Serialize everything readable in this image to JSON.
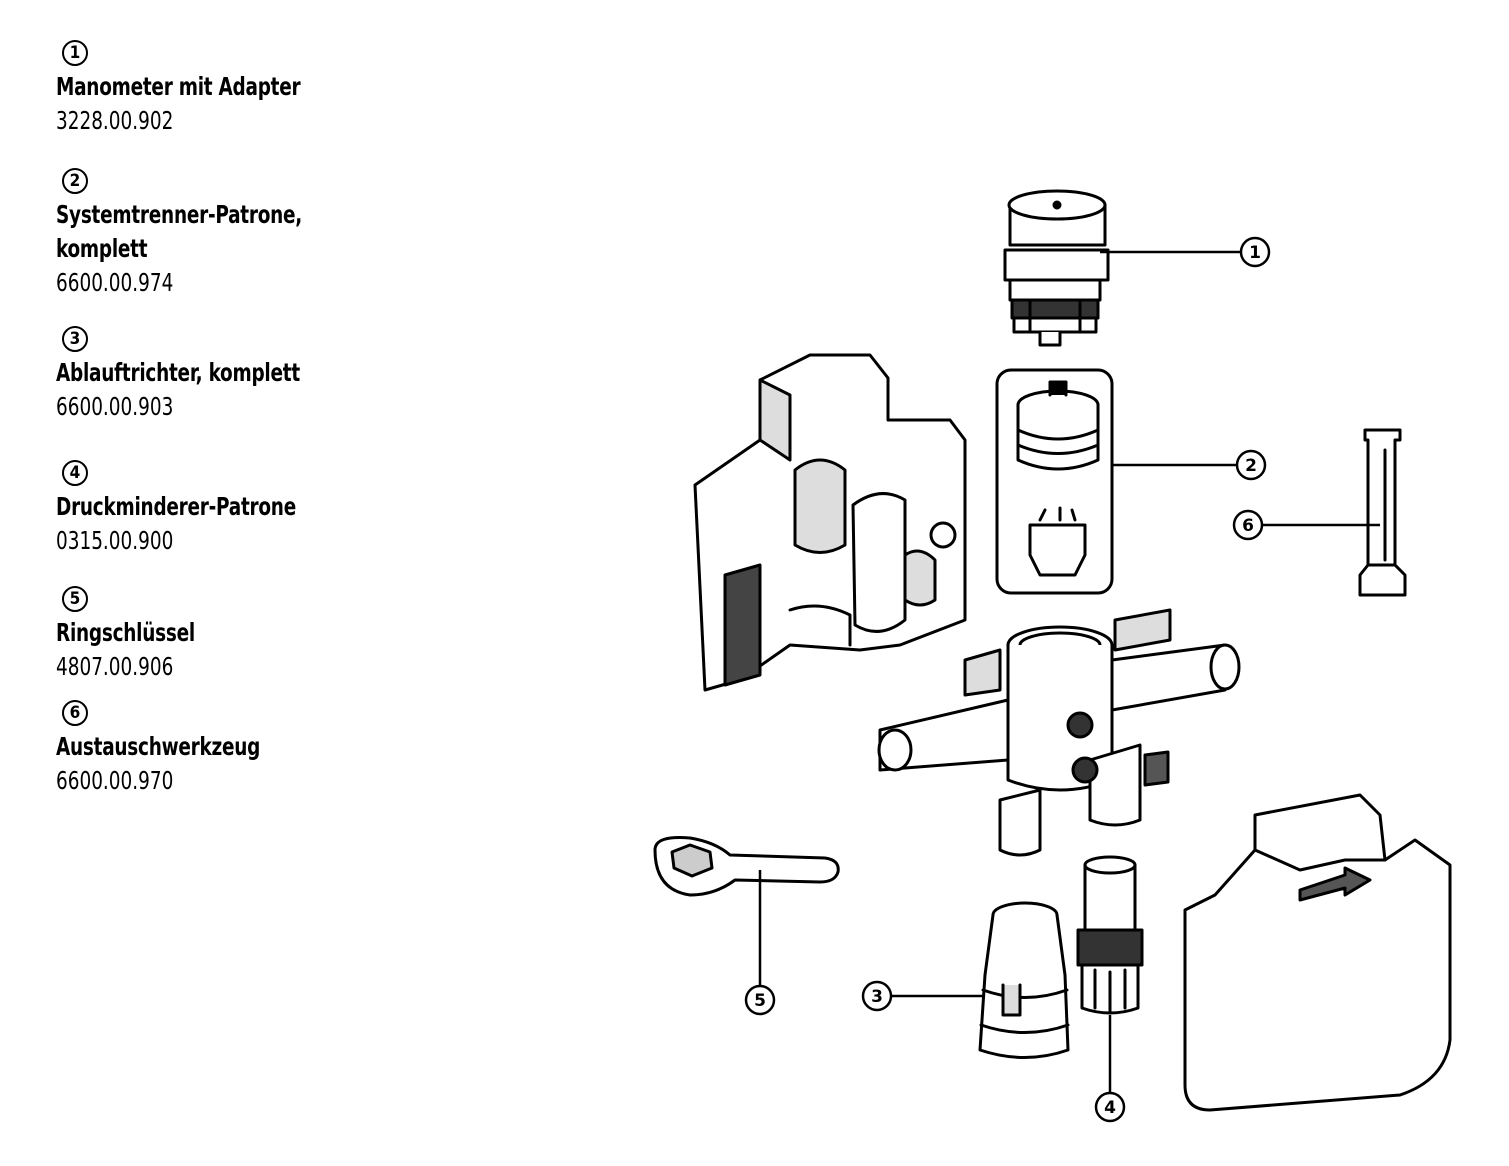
{
  "legend": [
    {
      "number": "1",
      "name": "Manometer mit Adapter",
      "part_no": "3228.00.902"
    },
    {
      "number": "2",
      "name_line1": "Systemtrenner-Patrone,",
      "name_line2": "komplett",
      "part_no": "6600.00.974"
    },
    {
      "number": "3",
      "name": "Ablauftrichter, komplett",
      "part_no": "6600.00.903"
    },
    {
      "number": "4",
      "name": "Druckminderer-Patrone",
      "part_no": "0315.00.900"
    },
    {
      "number": "5",
      "name": "Ringschlüssel",
      "part_no": "4807.00.906"
    },
    {
      "number": "6",
      "name": "Austauschwerkzeug",
      "part_no": "6600.00.970"
    }
  ],
  "callouts": [
    "1",
    "2",
    "3",
    "4",
    "5",
    "6"
  ],
  "colors": {
    "line": "#000000",
    "fill": "#ffffff",
    "shade": "#cfcfcf",
    "dark": "#555555"
  }
}
